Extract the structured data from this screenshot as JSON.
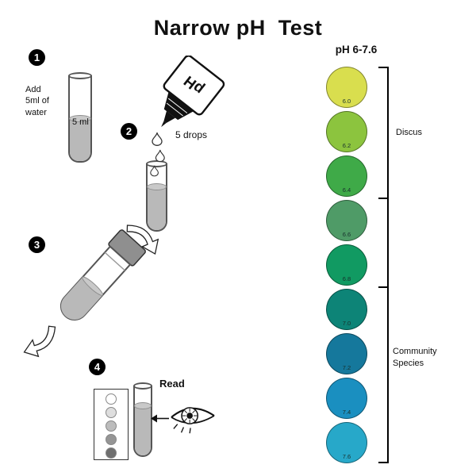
{
  "title": "Narrow pH  Test",
  "steps": {
    "one": {
      "number": "1",
      "instruction": "Add\n5ml of\nwater",
      "tube_label": "5 ml"
    },
    "two": {
      "number": "2",
      "bottle_label": "pH",
      "drops_label": "5 drops"
    },
    "three": {
      "number": "3"
    },
    "four": {
      "number": "4",
      "read_label": "Read"
    }
  },
  "card": {
    "swatches": [
      "#ffffff",
      "#dedede",
      "#bcbcbc",
      "#959595",
      "#6f6f6f"
    ]
  },
  "chart": {
    "title": "pH 6-7.6",
    "groups": {
      "top": "Discus",
      "bottom": "Community\nSpecies"
    },
    "swatches": [
      {
        "value": "6.0",
        "color": "#d9de4e"
      },
      {
        "value": "6.2",
        "color": "#8cc43e"
      },
      {
        "value": "6.4",
        "color": "#3faa48"
      },
      {
        "value": "6.6",
        "color": "#4f9b67"
      },
      {
        "value": "6.8",
        "color": "#119a62"
      },
      {
        "value": "7.0",
        "color": "#0d8477"
      },
      {
        "value": "7.2",
        "color": "#15789c"
      },
      {
        "value": "7.4",
        "color": "#1a8fc0"
      },
      {
        "value": "7.6",
        "color": "#27a8c9"
      }
    ]
  }
}
